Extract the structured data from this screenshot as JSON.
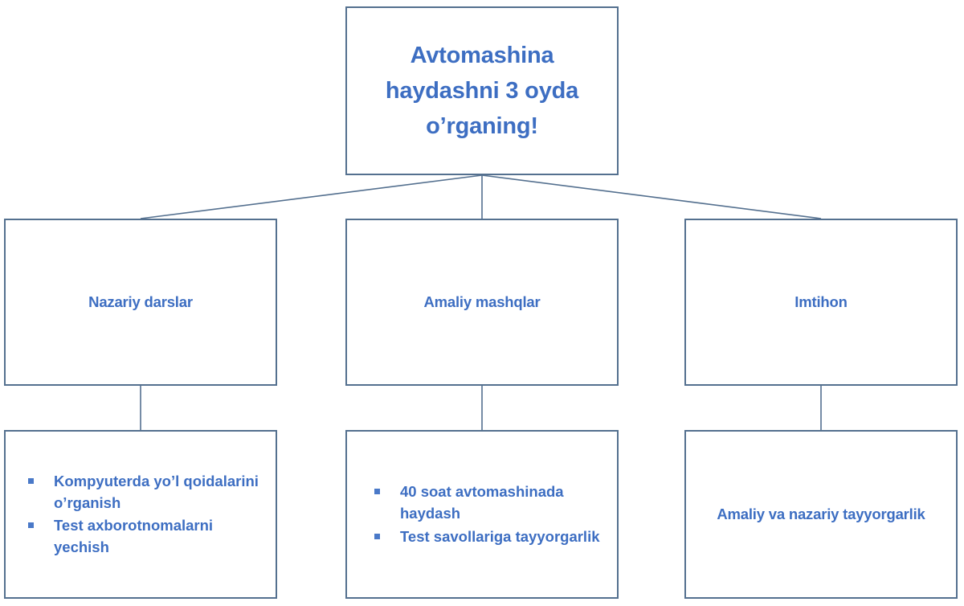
{
  "diagram": {
    "type": "org-chart",
    "accent_text_color": "#3d6ec2",
    "border_color": "#54708f",
    "background_color": "#ffffff",
    "bullet_color": "#4a79c8",
    "root": {
      "label": "Avtomashina haydashni 3 oyda o’rganing!"
    },
    "branches": [
      {
        "label": "Nazariy darslar",
        "detail": {
          "bullets": [
            "Kompyuterda yo’l qoidalarini o’rganish",
            "Test axborotnomalarni yechish"
          ]
        }
      },
      {
        "label": "Amaliy mashqlar",
        "detail": {
          "bullets": [
            "40 soat avtomashinada haydash",
            "Test savollariga tayyorgarlik"
          ]
        }
      },
      {
        "label": "Imtihon",
        "detail": {
          "text": "Amaliy va nazariy tayyorgarlik"
        }
      }
    ]
  }
}
